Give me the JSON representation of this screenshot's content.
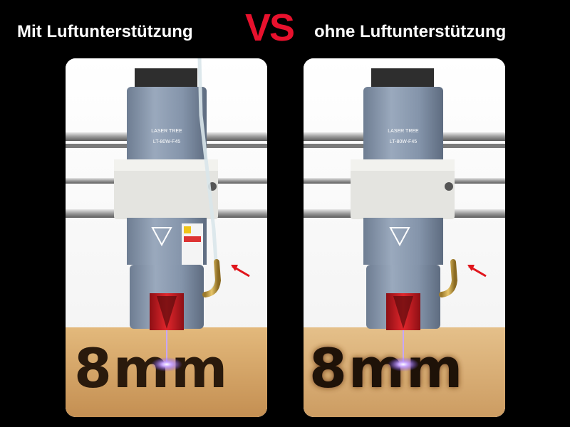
{
  "header": {
    "left_label": "Mit Luftunterstützung",
    "vs_label": "VS",
    "right_label": "ohne Luftunterstützung"
  },
  "panels": {
    "left": {
      "brand": "LASER TREE",
      "model": "LT-80W-F45",
      "engraved_text": "8mm",
      "air_assist": true
    },
    "right": {
      "brand": "LASER TREE",
      "model": "LT-80W-F45",
      "engraved_text": "8mm",
      "air_assist": false
    }
  },
  "colors": {
    "vs": "#e8112d",
    "module_body": "#8c9bb0",
    "wood": "#d7a86c",
    "laser": "#b98cff"
  }
}
